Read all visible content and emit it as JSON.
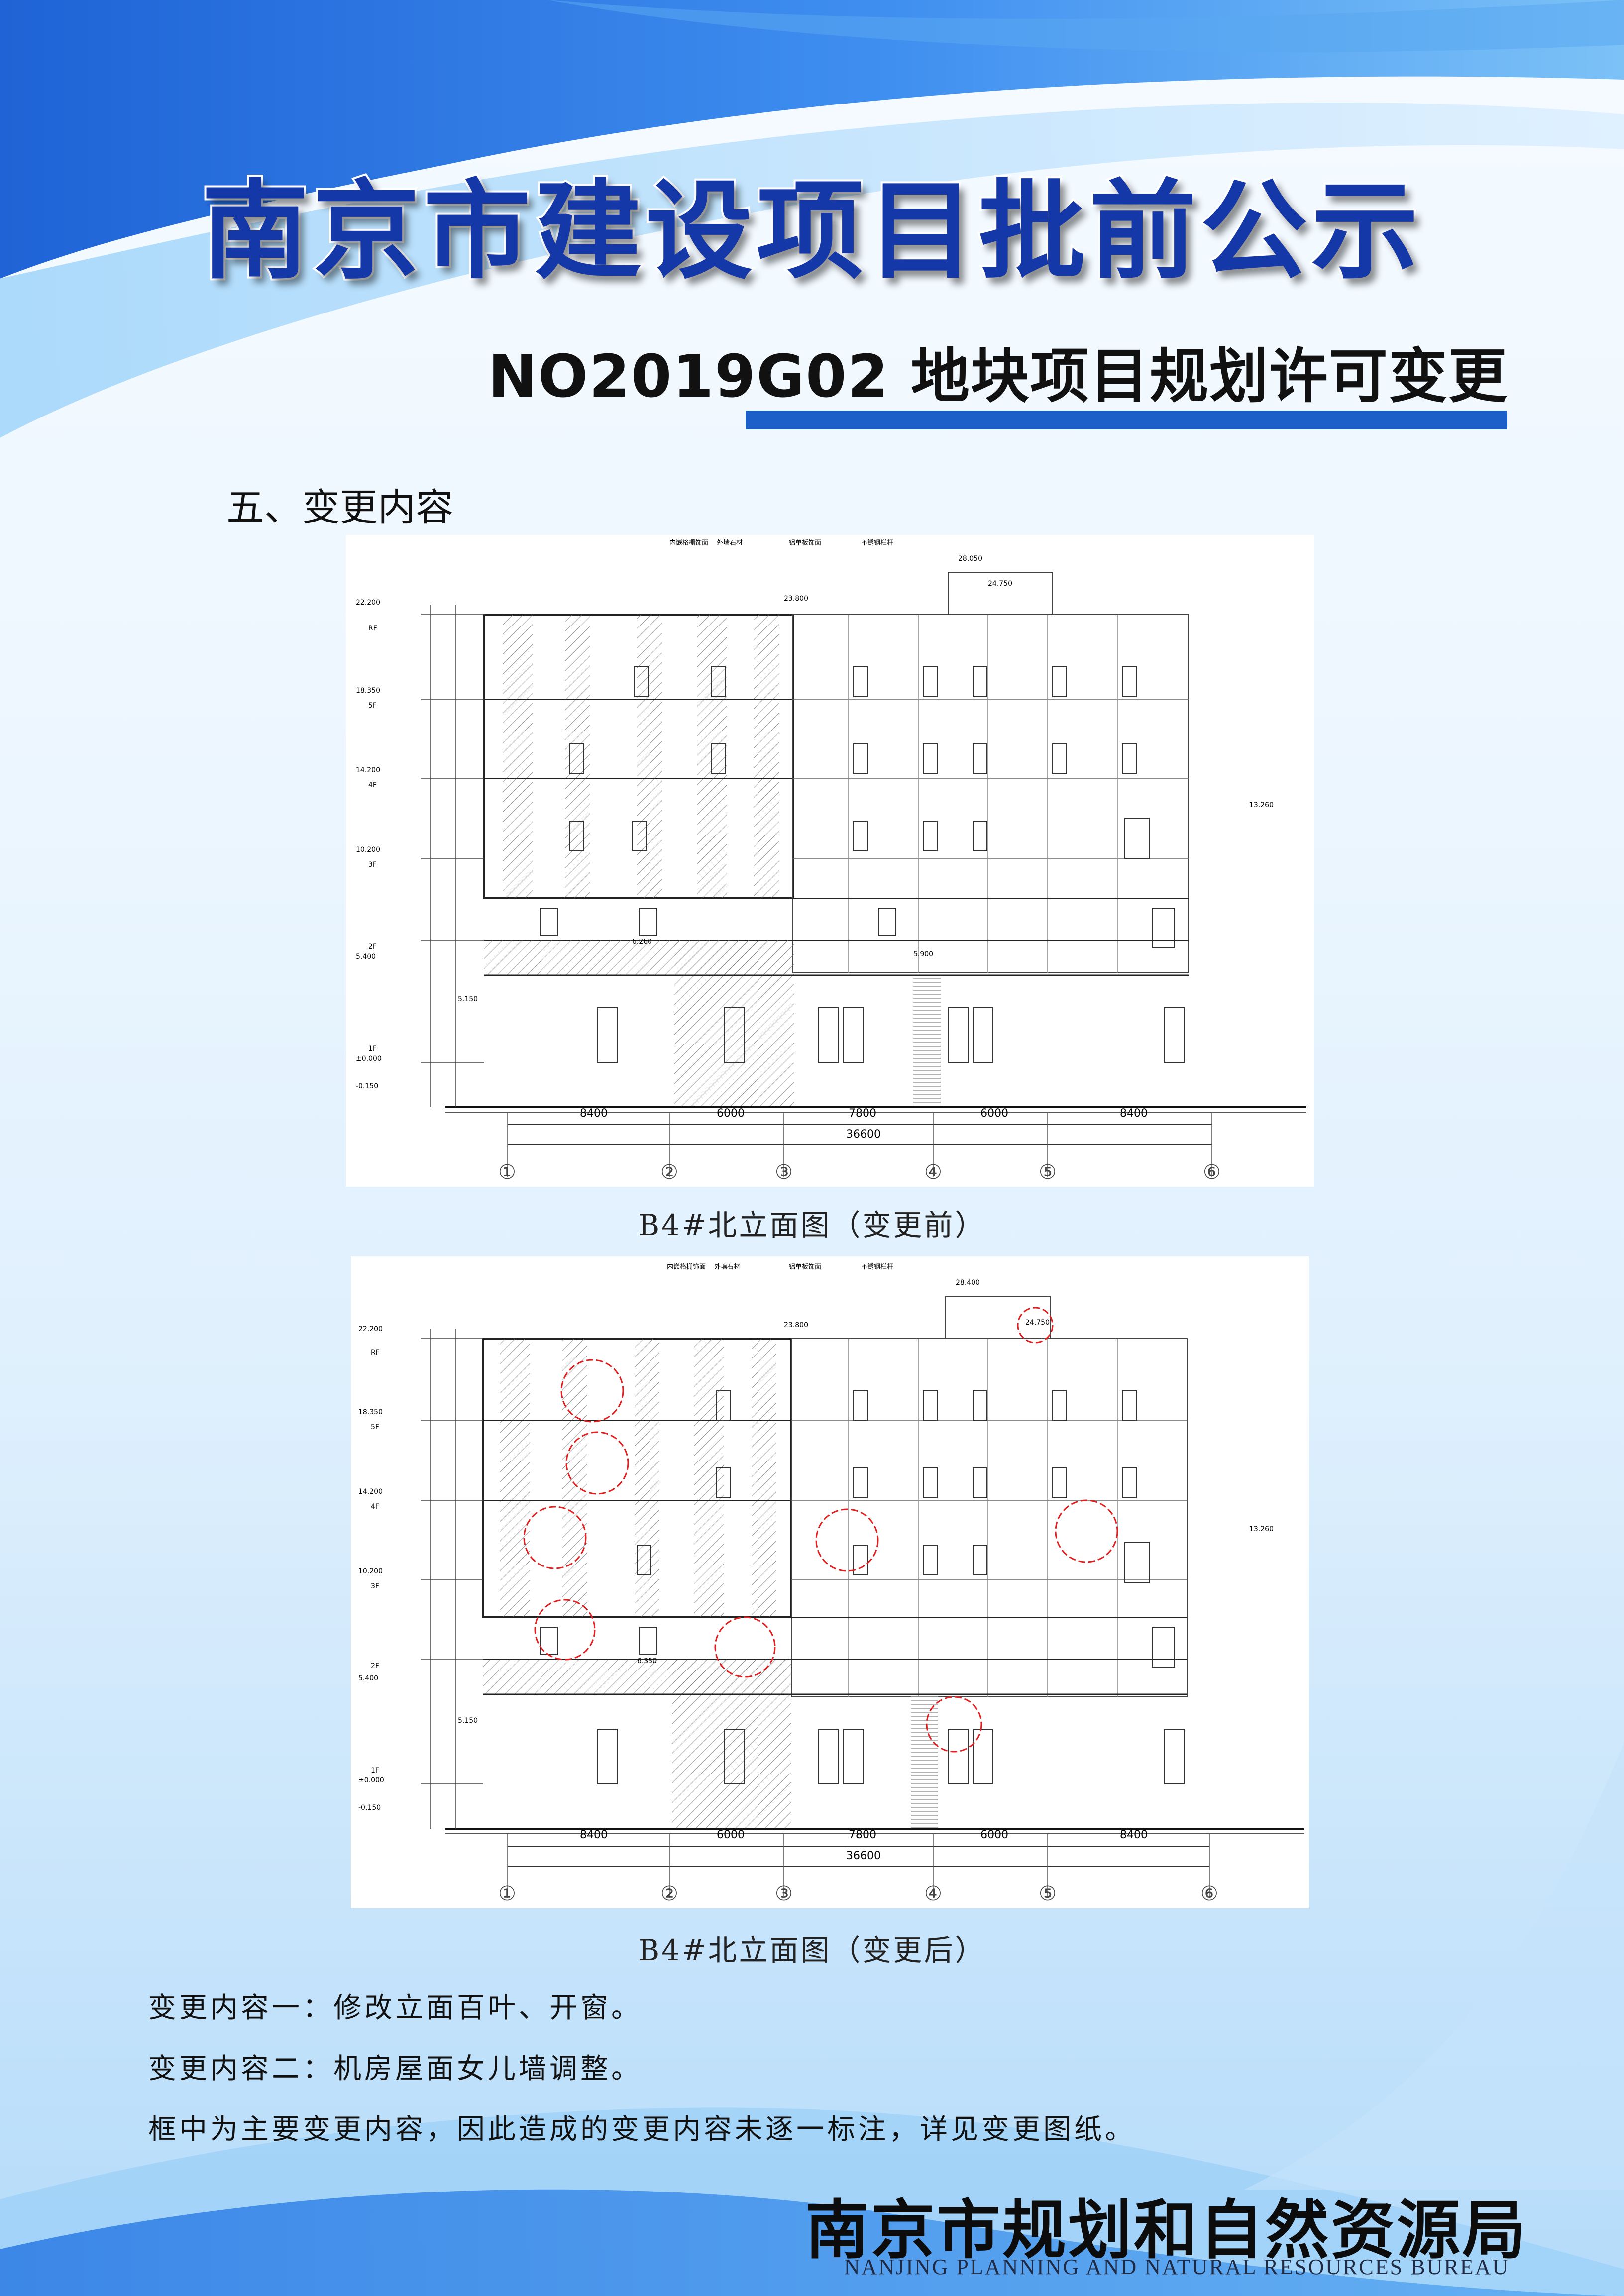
{
  "header": {
    "title": "南京市建设项目批前公示",
    "subtitle": "NO2019G02 地块项目规划许可变更"
  },
  "section_heading": "五、变更内容",
  "drawings": [
    {
      "caption": "B4#北立面图（变更前）",
      "annotations": {
        "callouts": [
          "内嵌格栅饰面",
          "外墙石材",
          "铝单板饰面",
          "不锈钢栏杆"
        ],
        "elevations": [
          "28.050",
          "24.750",
          "23.800",
          "22.200",
          "18.350",
          "14.200",
          "10.200",
          "5.400",
          "±0.000",
          "-0.150",
          "13.260",
          "5.900",
          "6.260",
          "5.150"
        ],
        "floors": [
          "RF",
          "5F",
          "4F",
          "3F",
          "2F",
          "1F"
        ],
        "bay_widths": [
          "8400",
          "6000",
          "7800",
          "6000",
          "8400"
        ],
        "total_width": "36600",
        "axes": [
          "①",
          "②",
          "③",
          "④",
          "⑤",
          "⑥"
        ]
      }
    },
    {
      "caption": "B4#北立面图（变更后）",
      "annotations": {
        "callouts": [
          "内嵌格栅饰面",
          "外墙石材",
          "铝单板饰面",
          "不锈钢栏杆"
        ],
        "elevations": [
          "28.400",
          "24.750",
          "23.800",
          "22.200",
          "18.350",
          "14.200",
          "10.200",
          "5.400",
          "±0.000",
          "-0.150",
          "13.260",
          "6.350",
          "5.150"
        ],
        "floors": [
          "RF",
          "5F",
          "4F",
          "3F",
          "2F",
          "1F"
        ],
        "bay_widths": [
          "8400",
          "6000",
          "7800",
          "6000",
          "8400"
        ],
        "total_width": "36600",
        "axes": [
          "①",
          "②",
          "③",
          "④",
          "⑤",
          "⑥"
        ]
      }
    }
  ],
  "notes": [
    "变更内容一：修改立面百叶、开窗。",
    "变更内容二：机房屋面女儿墙调整。",
    "框中为主要变更内容，因此造成的变更内容未逐一标注，详见变更图纸。"
  ],
  "footer": {
    "org_cn": "南京市规划和自然资源局",
    "org_en": "NANJING PLANNING AND NATURAL RESOURCES BUREAU"
  },
  "colors": {
    "title_blue": "#1538a8",
    "underline_blue": "#1d5fc9",
    "revision_cloud_red": "#e02020"
  }
}
